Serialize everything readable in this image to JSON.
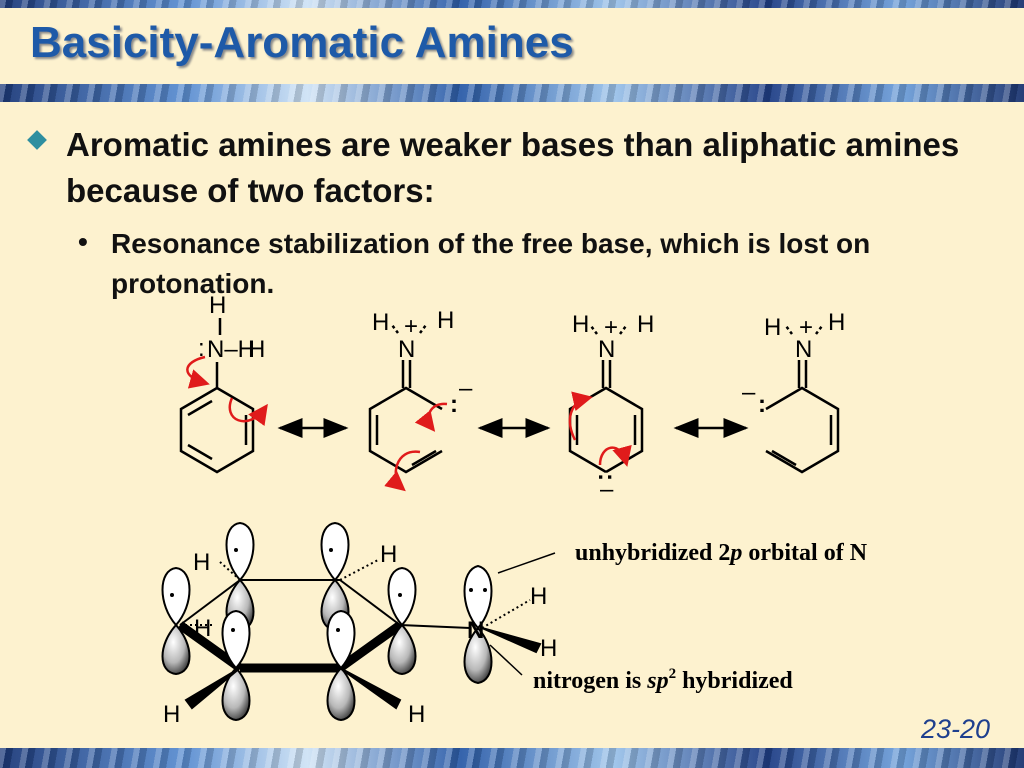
{
  "title": "Basicity-Aromatic Amines",
  "bullets": {
    "main": "Aromatic amines are weaker bases than aliphatic amines because of two factors:",
    "sub": "Resonance stabilization of the free base, which is lost on protonation.",
    "sub_marker": "•"
  },
  "resonance": {
    "atom_h": "H",
    "atom_n": "N",
    "plus": "+",
    "minus": "–",
    "lone_pair": ":",
    "n_dash_h": "N–H"
  },
  "orbital_diagram": {
    "label_unhybridized_prefix": "unhybridized 2",
    "label_unhybridized_italic": "p",
    "label_unhybridized_suffix": " orbital of N",
    "label_nitrogen_prefix": "nitrogen is ",
    "label_nitrogen_italic": "sp",
    "label_nitrogen_sup": "2",
    "label_nitrogen_suffix": " hybridized",
    "atom_h": "H",
    "atom_n": "N"
  },
  "slide_number": "23-20",
  "colors": {
    "title": "#1e5aa8",
    "arrow": "#e01b1b",
    "background": "#fdf2cf"
  }
}
